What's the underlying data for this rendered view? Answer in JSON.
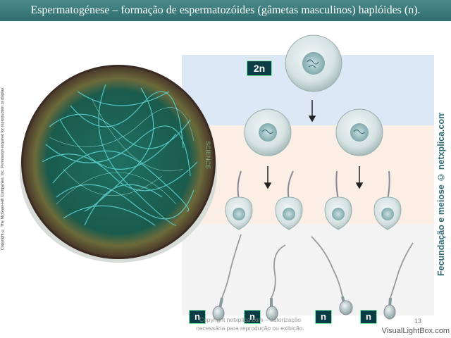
{
  "title": "Espermatogénese – formação de espermatozóides (gâmetas masculinos) haplóides (n).",
  "copyright_vertical": "Copyright © The McGraw-Hill Companies, Inc. Permission required for reproduction or display.",
  "side_credit": "Fecundação e meiose © netxplica.com",
  "micrograph_label": "SCIENCE",
  "labels": {
    "diploid": "2n",
    "haploid": [
      "n",
      "n",
      "n",
      "n"
    ]
  },
  "watermark": "Copyright netxplica.com – autorização\nnecessária para reprodução ou exibição.",
  "slide_number": "13",
  "visuallightbox_credit": "VisualLightBox.com",
  "colors": {
    "title_bg": "#2f6d6e",
    "band_top": "#dde8f7",
    "band_middle": "#fbeee4",
    "band_bottom": "#f3f3f3",
    "label_bg": "#0b3b44",
    "side_credit": "#2d6a74"
  }
}
